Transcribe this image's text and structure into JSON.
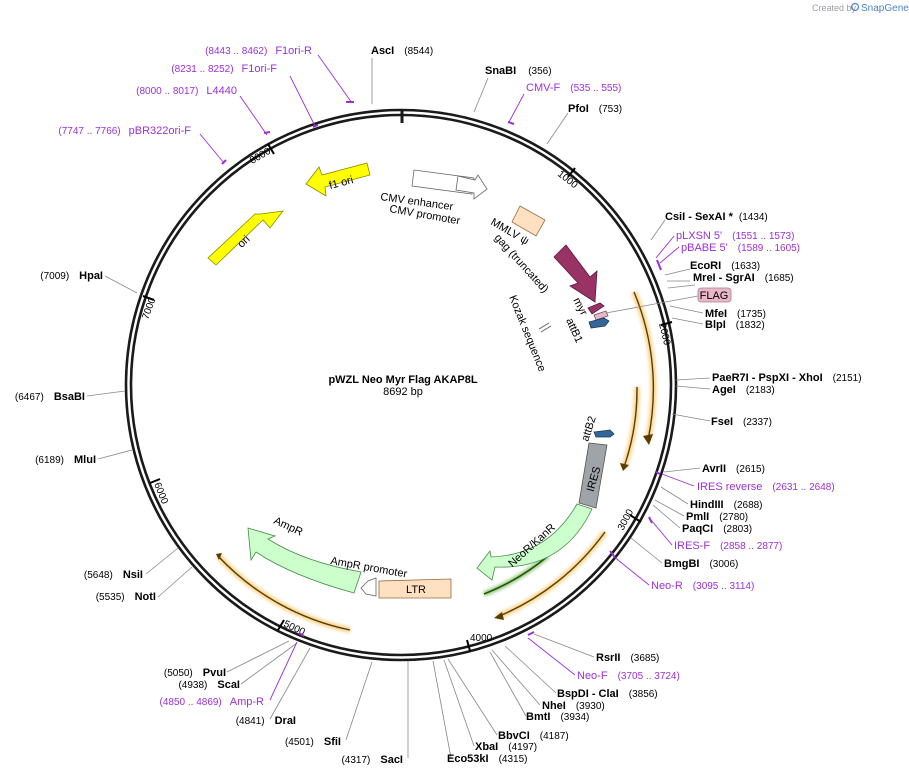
{
  "credit": {
    "prefix": "Created by",
    "brand": "SnapGene"
  },
  "plasmid": {
    "name": "pWZL Neo Myr Flag AKAP8L",
    "size_label": "8692 bp",
    "length": 8692
  },
  "ruler": [
    "1000",
    "2000",
    "3000",
    "4000",
    "5000",
    "6000",
    "7000",
    "8000"
  ],
  "sites": [
    {
      "id": "asci",
      "name": "AscI",
      "pos": "(8544)"
    },
    {
      "id": "snabi",
      "name": "SnaBI",
      "pos": "(356)"
    },
    {
      "id": "pfoi",
      "name": "PfoI",
      "pos": "(753)"
    },
    {
      "id": "csii",
      "name": "CsiI  - SexAI *",
      "pos": "(1434)"
    },
    {
      "id": "ecori",
      "name": "EcoRI",
      "pos": "(1633)"
    },
    {
      "id": "mrei",
      "name": "MreI  - SgrAI",
      "pos": "(1685)"
    },
    {
      "id": "mfei",
      "name": "MfeI",
      "pos": "(1735)"
    },
    {
      "id": "blpi",
      "name": "BlpI",
      "pos": "(1832)"
    },
    {
      "id": "paer7i",
      "name": "PaeR7I  - PspXI  - XhoI",
      "pos": "(2151)"
    },
    {
      "id": "agei",
      "name": "AgeI",
      "pos": "(2183)"
    },
    {
      "id": "fsei",
      "name": "FseI",
      "pos": "(2337)"
    },
    {
      "id": "avrii",
      "name": "AvrII",
      "pos": "(2615)"
    },
    {
      "id": "hindiii",
      "name": "HindIII",
      "pos": "(2688)"
    },
    {
      "id": "pmli",
      "name": "PmlI",
      "pos": "(2780)"
    },
    {
      "id": "paqci",
      "name": "PaqCI",
      "pos": "(2803)"
    },
    {
      "id": "bmgbi",
      "name": "BmgBI",
      "pos": "(3006)"
    },
    {
      "id": "rsrii",
      "name": "RsrII",
      "pos": "(3685)"
    },
    {
      "id": "bspdi",
      "name": "BspDI  - ClaI",
      "pos": "(3856)"
    },
    {
      "id": "nhei",
      "name": "NheI",
      "pos": "(3930)"
    },
    {
      "id": "bmti",
      "name": "BmtI",
      "pos": "(3934)"
    },
    {
      "id": "bbvci",
      "name": "BbvCI",
      "pos": "(4187)"
    },
    {
      "id": "xbai",
      "name": "XbaI",
      "pos": "(4197)"
    },
    {
      "id": "eco53ki",
      "name": "Eco53kI",
      "pos": "(4315)"
    },
    {
      "id": "saci",
      "name": "SacI",
      "pos": "(4317)"
    },
    {
      "id": "sfii",
      "name": "SfiI",
      "pos": "(4501)"
    },
    {
      "id": "drai",
      "name": "DraI",
      "pos": "(4841)"
    },
    {
      "id": "scai",
      "name": "ScaI",
      "pos": "(4938)"
    },
    {
      "id": "pvui",
      "name": "PvuI",
      "pos": "(5050)"
    },
    {
      "id": "noti",
      "name": "NotI",
      "pos": "(5535)"
    },
    {
      "id": "nsii",
      "name": "NsiI",
      "pos": "(5648)"
    },
    {
      "id": "mlui",
      "name": "MluI",
      "pos": "(6189)"
    },
    {
      "id": "bsabi",
      "name": "BsaBI",
      "pos": "(6467)"
    },
    {
      "id": "hpai",
      "name": "HpaI",
      "pos": "(7009)"
    }
  ],
  "primers": [
    {
      "id": "f1ori-r",
      "name": "F1ori-R",
      "range": "(8443 .. 8462)"
    },
    {
      "id": "f1ori-f",
      "name": "F1ori-F",
      "range": "(8231 .. 8252)"
    },
    {
      "id": "l4440",
      "name": "L4440",
      "range": "(8000 .. 8017)"
    },
    {
      "id": "pbr322ori-f",
      "name": "pBR322ori-F",
      "range": "(7747 .. 7766)"
    },
    {
      "id": "cmv-f",
      "name": "CMV-F",
      "range": "(535 .. 555)"
    },
    {
      "id": "plxsn-5",
      "name": "pLXSN 5'",
      "range": "(1551 .. 1573)"
    },
    {
      "id": "pbabe-5",
      "name": "pBABE 5'",
      "range": "(1589 .. 1605)"
    },
    {
      "id": "ires-reverse",
      "name": "IRES reverse",
      "range": "(2631 .. 2648)"
    },
    {
      "id": "ires-f",
      "name": "IRES-F",
      "range": "(2858 .. 2877)"
    },
    {
      "id": "neo-r",
      "name": "Neo-R",
      "range": "(3095 .. 3114)"
    },
    {
      "id": "neo-f",
      "name": "Neo-F",
      "range": "(3705 .. 3724)"
    },
    {
      "id": "amp-r",
      "name": "Amp-R",
      "range": "(4850 .. 4869)"
    }
  ],
  "features": [
    {
      "id": "f1-ori",
      "label": "f1 ori",
      "color": "#ffff00"
    },
    {
      "id": "ori",
      "label": "ori",
      "color": "#ffff00"
    },
    {
      "id": "cmv-enhancer",
      "label": "CMV enhancer",
      "color": "#ffffff"
    },
    {
      "id": "cmv-promoter",
      "label": "CMV promoter",
      "color": "#ffffff"
    },
    {
      "id": "mmlv-psi",
      "label": "MMLV ψ",
      "color": "#ffe0c0"
    },
    {
      "id": "gag-truncated",
      "label": "gag (truncated)",
      "color": "#993366"
    },
    {
      "id": "myr",
      "label": "myr",
      "color": "#993366"
    },
    {
      "id": "flag",
      "label": "FLAG",
      "color": "#e8b8c8"
    },
    {
      "id": "attb1",
      "label": "attB1",
      "color": "#336699"
    },
    {
      "id": "kozak",
      "label": "Kozak sequence",
      "color": "#999999"
    },
    {
      "id": "attb2",
      "label": "attB2",
      "color": "#336699"
    },
    {
      "id": "ires",
      "label": "IRES",
      "color": "#a0a4a8"
    },
    {
      "id": "neor-kanr",
      "label": "NeoR/KanR",
      "color": "#ccffcc"
    },
    {
      "id": "ampr",
      "label": "AmpR",
      "color": "#ccffcc"
    },
    {
      "id": "ampr-promoter",
      "label": "AmpR promoter",
      "color": "#ffffff"
    },
    {
      "id": "ltr",
      "label": "LTR",
      "color": "#ffe0c0"
    }
  ],
  "colors": {
    "orf": "#f5b942",
    "orf_dark": "#5a3c00",
    "neo_orf": "#2e8b00",
    "primer": "#9b30d9",
    "backbone": "#1a1a1a"
  }
}
